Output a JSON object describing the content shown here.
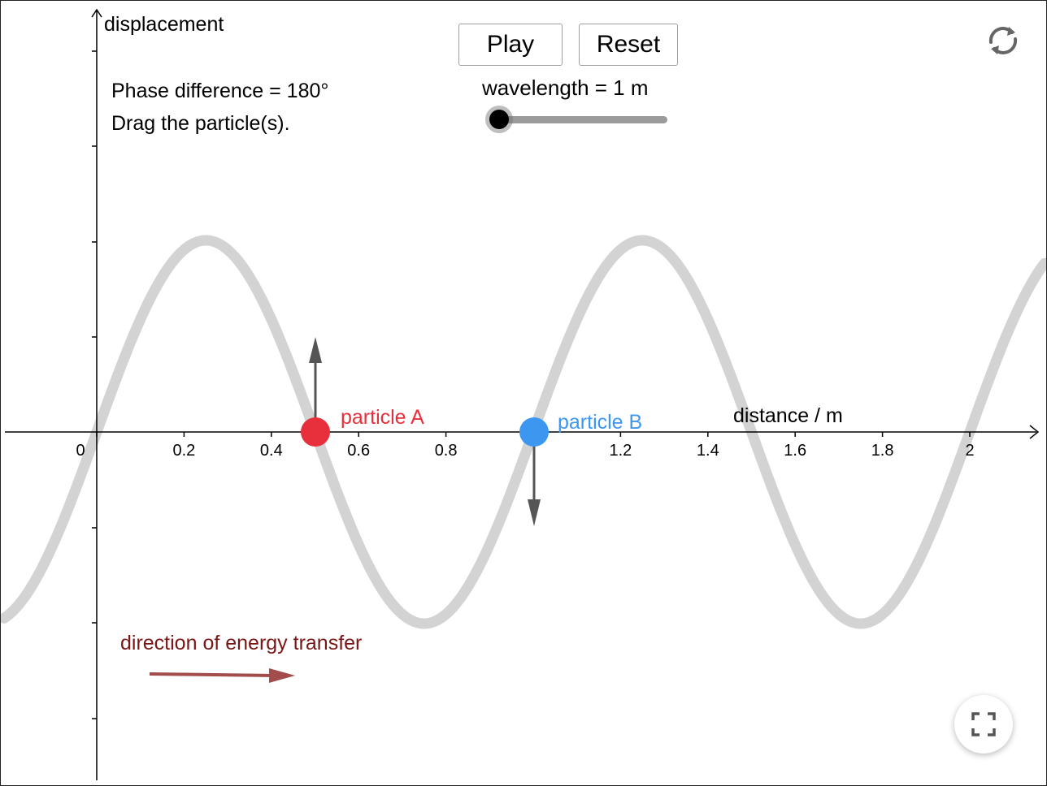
{
  "controls": {
    "play_label": "Play",
    "reset_label": "Reset",
    "slider_label": "wavelength = 1 m",
    "slider_value": 0
  },
  "info": {
    "phase_text": "Phase difference = 180°",
    "instruction_text": "Drag the particle(s)."
  },
  "axes": {
    "y_label": "displacement",
    "x_label": "distance / m",
    "x_ticks": [
      "0",
      "0.2",
      "0.4",
      "0.6",
      "0.8",
      "1.2",
      "1.4",
      "1.6",
      "1.8",
      "2"
    ]
  },
  "particles": {
    "a": {
      "label": "particle A",
      "x": 0.5,
      "color": "#e8303d",
      "velocity": "up"
    },
    "b": {
      "label": "particle B",
      "x": 1.0,
      "color": "#3d97f0",
      "velocity": "down"
    }
  },
  "energy": {
    "label": "direction of energy transfer",
    "color": "#7a1616",
    "arrow_color": "#a24c4c"
  },
  "wave": {
    "wavelength": 1,
    "color": "#d3d3d3"
  },
  "icons": {
    "refresh": "refresh-icon",
    "fullscreen": "fullscreen-icon"
  }
}
